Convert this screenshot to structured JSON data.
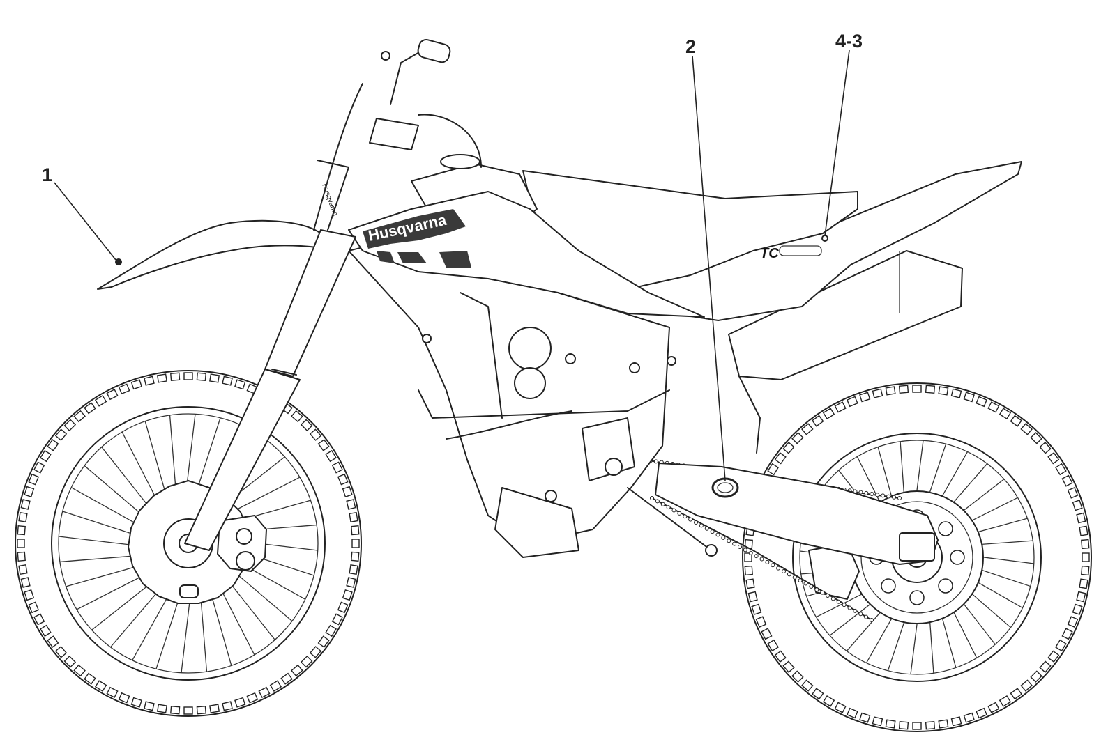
{
  "callouts": [
    {
      "id": "1",
      "label": "1"
    },
    {
      "id": "2",
      "label": "2"
    },
    {
      "id": "4-3",
      "label": "4-3"
    }
  ],
  "decals": {
    "tank_brand": "Husqvarna",
    "fork_brand": "Husqvarna",
    "side_model": "TC"
  }
}
